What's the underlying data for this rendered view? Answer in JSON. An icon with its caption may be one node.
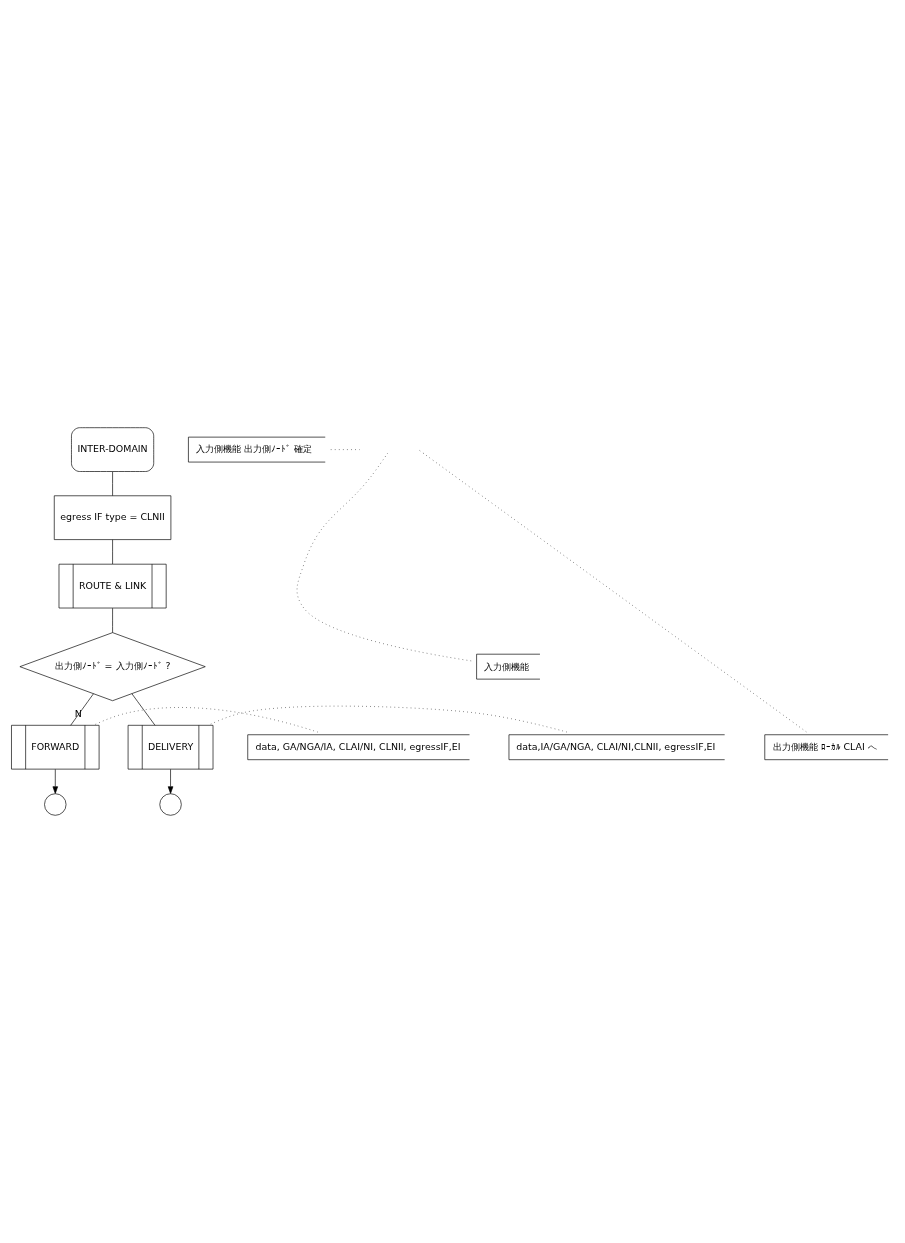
{
  "diagram": {
    "nodes": [
      {
        "text": [
          "INTER-DOMAIN"
        ]
      },
      {
        "text": [
          "入力側機能 出力側ﾉｰﾄﾞ 確定"
        ]
      },
      {
        "text": [
          "egress IF type = CLNII"
        ]
      },
      {
        "text": [
          "ROUTE & LINK"
        ]
      },
      {
        "text": [
          "出力側ﾉｰﾄﾞ = 入力側ﾉｰﾄﾞ ?"
        ]
      },
      {
        "text": [
          "入力側機能"
        ]
      },
      {
        "text": [
          "出力側機能 ﾛｰｶﾙ CLAI へ"
        ]
      },
      {
        "text": [
          "FORWARD"
        ]
      },
      {
        "text": [
          "data, GA/NGA/IA, CLAI/NI, CLNII, egressIF,EI"
        ]
      },
      {
        "text": [
          "DELIVERY"
        ]
      },
      {
        "text": [
          "data,IA/GA/NGA, CLAI/NI,CLNII, egressIF,EI"
        ]
      },
      {
        "text": [],
        "shape": "circle"
      },
      {
        "text": [],
        "shape": "circle"
      }
    ],
    "edges": [
      {
        "from": 0,
        "to": 2,
        "arrow": "none"
      },
      {
        "from": 1,
        "to": null,
        "arrow": "none",
        "style": "dashed"
      },
      {
        "from": 2,
        "to": 3,
        "arrow": "none"
      },
      {
        "from": 3,
        "to": 4,
        "arrow": "none"
      },
      {
        "from": 4,
        "to": 7,
        "arrow": "none",
        "label": "N"
      },
      {
        "from": 5,
        "to": null,
        "arrow": "none",
        "style": "dashed"
      },
      {
        "from": 4,
        "to": 9,
        "arrow": "none"
      },
      {
        "from": 6,
        "to": null,
        "arrow": "none",
        "style": "dashed"
      },
      {
        "from": 8,
        "to": 7,
        "arrow": "none",
        "style": "dashed"
      },
      {
        "from": 7,
        "to": 11,
        "arrow": "to"
      },
      {
        "from": 10,
        "to": 9,
        "arrow": "none",
        "style": "dashed"
      },
      {
        "from": 9,
        "to": 12,
        "arrow": "to"
      }
    ]
  }
}
